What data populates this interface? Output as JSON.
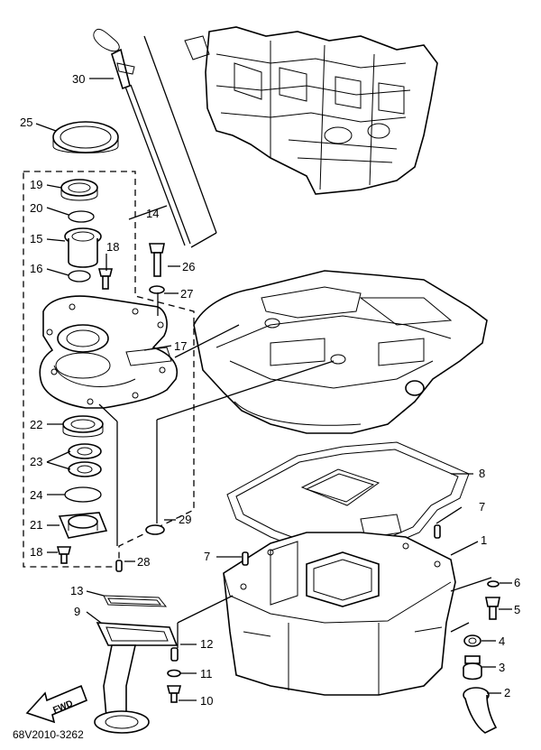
{
  "diagram": {
    "code": "68V2010-3262",
    "direction_label": "FWD",
    "callouts": [
      {
        "id": "c30",
        "text": "30"
      },
      {
        "id": "c25",
        "text": "25"
      },
      {
        "id": "c19",
        "text": "19"
      },
      {
        "id": "c20",
        "text": "20"
      },
      {
        "id": "c14",
        "text": "14"
      },
      {
        "id": "c15",
        "text": "15"
      },
      {
        "id": "c18a",
        "text": "18"
      },
      {
        "id": "c26",
        "text": "26"
      },
      {
        "id": "c16",
        "text": "16"
      },
      {
        "id": "c27",
        "text": "27"
      },
      {
        "id": "c17",
        "text": "17"
      },
      {
        "id": "c22",
        "text": "22"
      },
      {
        "id": "c23",
        "text": "23"
      },
      {
        "id": "c8",
        "text": "8"
      },
      {
        "id": "c24",
        "text": "24"
      },
      {
        "id": "c7a",
        "text": "7"
      },
      {
        "id": "c29",
        "text": "29"
      },
      {
        "id": "c21",
        "text": "21"
      },
      {
        "id": "c1",
        "text": "1"
      },
      {
        "id": "c18b",
        "text": "18"
      },
      {
        "id": "c7b",
        "text": "7"
      },
      {
        "id": "c28",
        "text": "28"
      },
      {
        "id": "c13",
        "text": "13"
      },
      {
        "id": "c6",
        "text": "6"
      },
      {
        "id": "c9",
        "text": "9"
      },
      {
        "id": "c5",
        "text": "5"
      },
      {
        "id": "c12",
        "text": "12"
      },
      {
        "id": "c4",
        "text": "4"
      },
      {
        "id": "c11",
        "text": "11"
      },
      {
        "id": "c3",
        "text": "3"
      },
      {
        "id": "c10",
        "text": "10"
      },
      {
        "id": "c2",
        "text": "2"
      }
    ]
  }
}
